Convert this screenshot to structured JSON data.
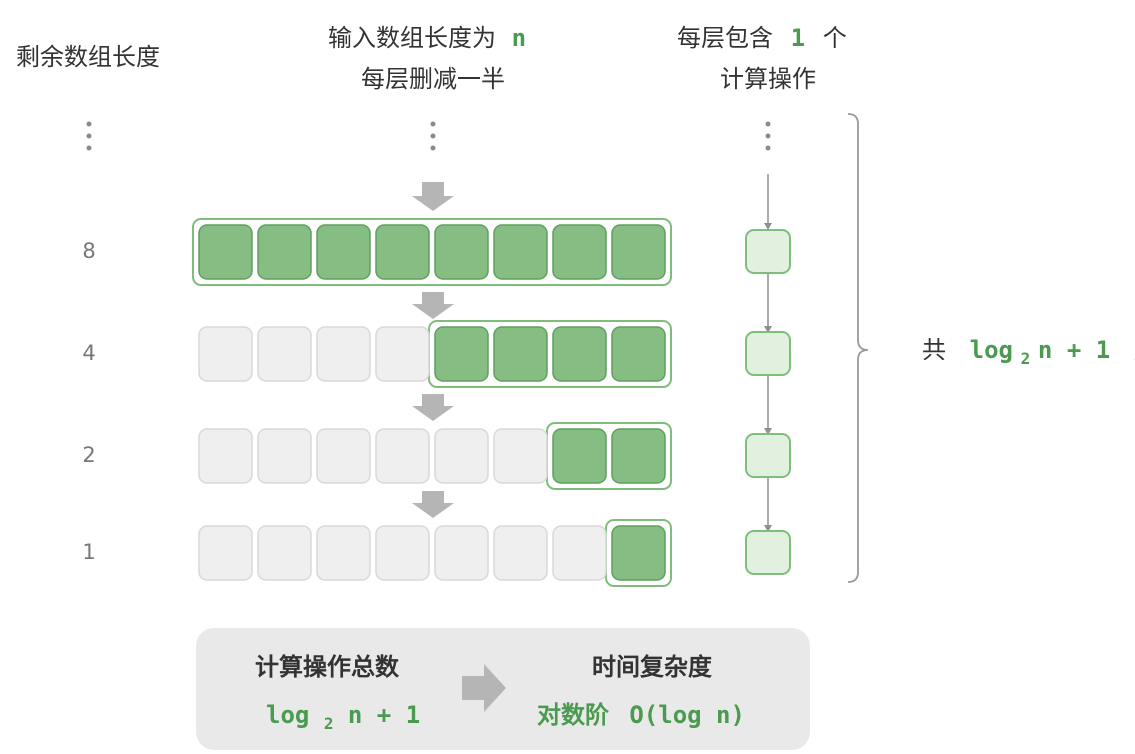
{
  "header": {
    "left_title": "剩余数组长度",
    "center_line1_prefix": "输入数组长度为",
    "center_line1_var": "n",
    "center_line2": "每层删减一半",
    "right_line1_prefix": "每层包含",
    "right_line1_value": "1",
    "right_line1_suffix": "个",
    "right_line2": "计算操作"
  },
  "levels": [
    {
      "label": "8",
      "active": 8
    },
    {
      "label": "4",
      "active": 4
    },
    {
      "label": "2",
      "active": 2
    },
    {
      "label": "1",
      "active": 1
    }
  ],
  "total_cells": 8,
  "brace_label": {
    "prefix": "共",
    "log": "log",
    "sub": "2",
    "tail": "n + 1",
    "suffix": "层"
  },
  "summary": {
    "left_title": "计算操作总数",
    "left_log": "log",
    "left_sub": "2",
    "left_tail": "n + 1",
    "right_title": "时间复杂度",
    "right_prefix": "对数阶",
    "right_value": "O(log n)"
  },
  "colors": {
    "active_fill": "#86bd82",
    "active_stroke": "#5f9f5f",
    "inactive_fill": "#efefef",
    "inactive_stroke": "#d8d8d8",
    "arrow": "#b5b5b5",
    "panel": "#e9e9e9",
    "op_fill": "#e1f0df",
    "op_stroke": "#7fbd7b"
  }
}
